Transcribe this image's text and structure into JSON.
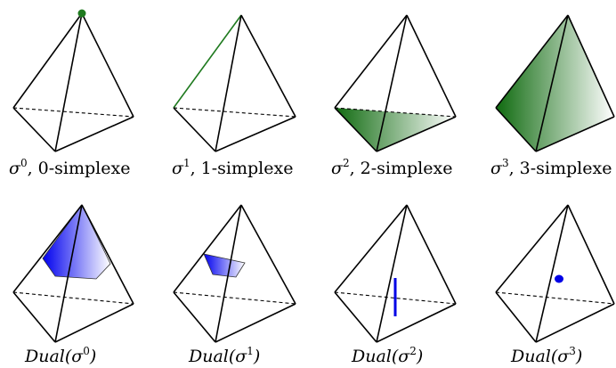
{
  "colors": {
    "edge": "#000000",
    "simplex_green": "#1f7a1f",
    "dual_blue": "#0000e6"
  },
  "simplices": [
    {
      "symbol": "σ",
      "superscript": "0",
      "suffix": ",",
      "caption": "0-simplexe"
    },
    {
      "symbol": "σ",
      "superscript": "1",
      "suffix": ",",
      "caption": "1-simplexe"
    },
    {
      "symbol": "σ",
      "superscript": "2",
      "suffix": ",",
      "caption": "2-simplexe"
    },
    {
      "symbol": "σ",
      "superscript": "3",
      "suffix": ",",
      "caption": "3-simplexe"
    }
  ],
  "duals": [
    {
      "prefix": "Dual(σ",
      "superscript": "0",
      "close": ")"
    },
    {
      "prefix": "Dual(σ",
      "superscript": "1",
      "close": ")"
    },
    {
      "prefix": "Dual(σ",
      "superscript": "2",
      "close": ")"
    },
    {
      "prefix": "Dual(σ",
      "superscript": "3",
      "close": ")"
    }
  ]
}
